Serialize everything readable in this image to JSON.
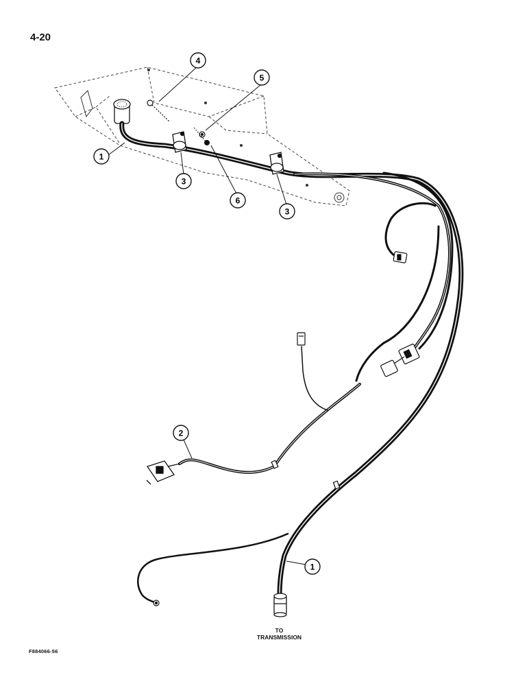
{
  "page": {
    "number": "4-20",
    "figure_id": "F884066-56"
  },
  "destination_label": {
    "line1": "TO",
    "line2": "TRANSMISSION"
  },
  "callouts": {
    "c1_top": "1",
    "c1_bottom": "1",
    "c2": "2",
    "c3_left": "3",
    "c3_right": "3",
    "c4": "4",
    "c5": "5",
    "c6": "6"
  }
}
